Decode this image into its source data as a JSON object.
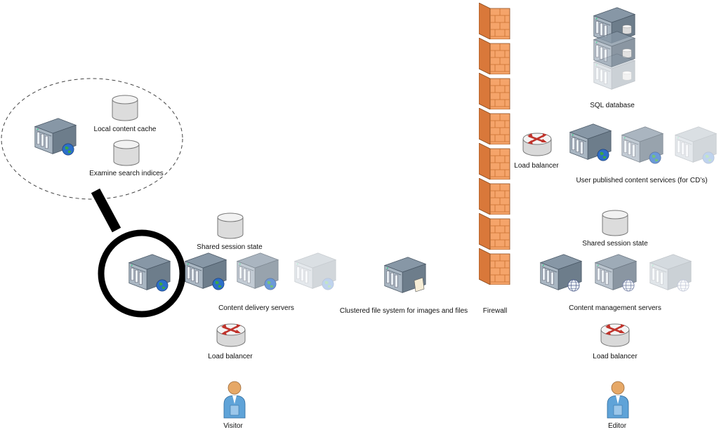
{
  "labels": {
    "local_cache": "Local content cache",
    "search_indices": "Examine search indices",
    "shared_session_left": "Shared session state",
    "content_delivery": "Content delivery servers",
    "load_balancer_left": "Load balancer",
    "visitor": "Visitor",
    "clustered_fs": "Clustered file system for images and files",
    "firewall": "Firewall",
    "sql_database": "SQL database",
    "load_balancer_top": "Load balancer",
    "user_published": "User published content services (for CD’s)",
    "shared_session_right": "Shared session state",
    "content_management": "Content management servers",
    "load_balancer_right": "Load balancer",
    "editor": "Editor"
  },
  "icons": {
    "server": "server-icon",
    "database": "database-icon",
    "load_balancer": "router-icon",
    "person": "person-icon",
    "firewall": "brick-wall-icon",
    "magnifier": "magnifier-icon"
  },
  "colors": {
    "brick": "#f5a46a",
    "brick_dark": "#d9783a",
    "server_top": "#8a9aa8",
    "server_front": "#5e7080",
    "router_red": "#c0332b",
    "person_blue": "#5fa3d8",
    "person_skin": "#e6a867"
  }
}
